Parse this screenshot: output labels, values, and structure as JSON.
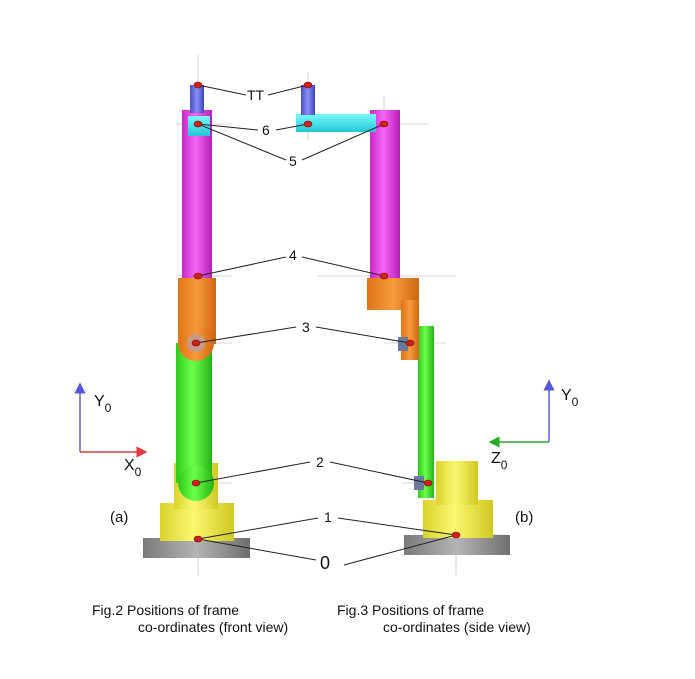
{
  "colors": {
    "tool": "#6b6fe0",
    "link6": "#3fe6f0",
    "upper_arm": "#ee42ee",
    "elbow": "#f08a2a",
    "forearm": "#44ee2a",
    "base": "#f2f04a",
    "plate": "#9a9a9a",
    "frame_point": "#d0201a",
    "axis_y": "#5555dd",
    "axis_x": "#e03a3a",
    "axis_z": "#2aaa2a"
  },
  "labels": {
    "tt": "TT",
    "six": "6",
    "five": "5",
    "four": "4",
    "three": "3",
    "two": "2",
    "one": "1",
    "zero": "0",
    "a": "(a)",
    "b": "(b)"
  },
  "axes": {
    "front_y": "Y",
    "front_y_sub": "0",
    "front_x": "X",
    "front_x_sub": "0",
    "side_y": "Y",
    "side_y_sub": "0",
    "side_z": "Z",
    "side_z_sub": "0"
  },
  "captions": {
    "front_line1": "Fig.2  Positions of frame",
    "front_line2": "co-ordinates (front view)",
    "side_line1": "Fig.3  Positions of frame",
    "side_line2": "co-ordinates (side view)"
  }
}
